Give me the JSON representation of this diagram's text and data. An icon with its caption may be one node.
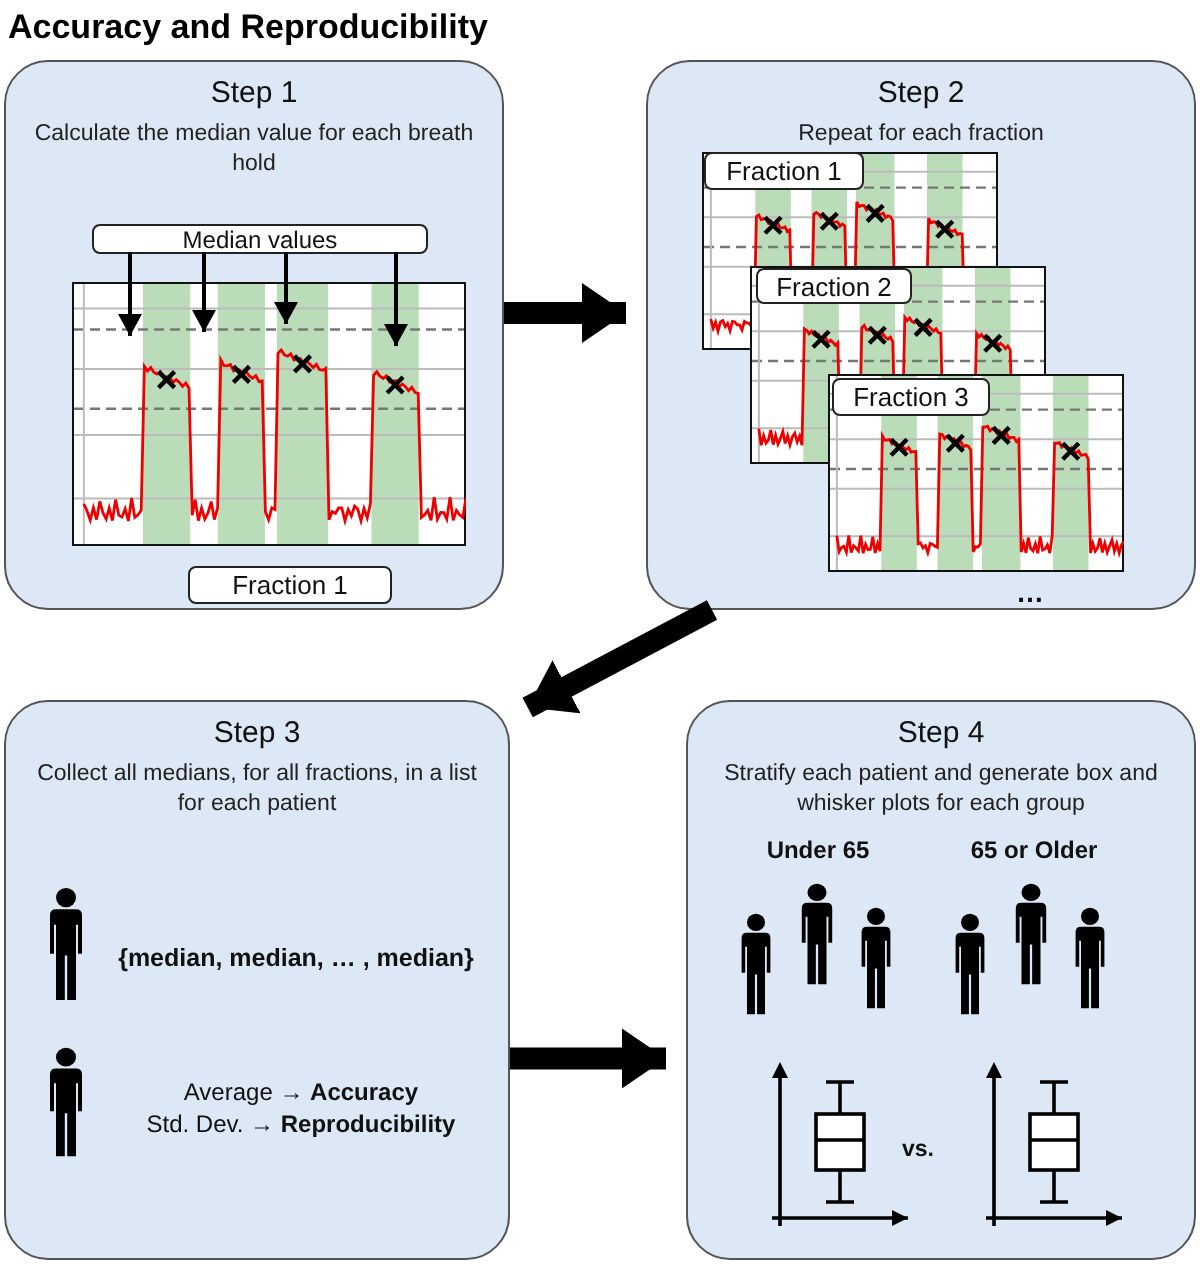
{
  "diagram": {
    "title": "Accuracy and Reproducibility",
    "nodes": [
      {
        "text": [
          "Step 1",
          "Calculate the median value for each breath hold"
        ]
      },
      {
        "text": [
          "Median values"
        ],
        "in": 0
      },
      {
        "text": [
          "Fraction 1"
        ],
        "in": 0
      },
      {
        "text": [
          "Step 2",
          "Repeat for each fraction"
        ]
      },
      {
        "text": [
          "Fraction 1"
        ],
        "in": 3
      },
      {
        "text": [
          "Fraction 2"
        ],
        "in": 3
      },
      {
        "text": [
          "Fraction 3"
        ],
        "in": 3
      },
      {
        "text": [
          "Step 3",
          "Collect all medians, for all fractions, in a list for each patient",
          "{median, median, … , median}",
          "Average → **Accuracy**",
          "Std. Dev. → **Reproducibility**"
        ]
      },
      {
        "text": [
          "Step 4",
          "Stratify each patient and generate box and whisker plots for each group",
          "Under 65",
          "65 or Older",
          "vs."
        ]
      }
    ],
    "edges": [
      {
        "from": 1,
        "to": null,
        "arrow": "to"
      },
      {
        "from": 1,
        "to": null,
        "arrow": "to"
      },
      {
        "from": 1,
        "to": null,
        "arrow": "to"
      },
      {
        "from": 1,
        "to": null,
        "arrow": "to"
      },
      {
        "from": 0,
        "to": 3,
        "arrow": "to",
        "style": "thick"
      },
      {
        "from": 3,
        "to": 7,
        "arrow": "to",
        "style": "thick"
      },
      {
        "from": 7,
        "to": 8,
        "arrow": "to",
        "style": "thick"
      }
    ],
    "labels": [
      "…"
    ]
  }
}
